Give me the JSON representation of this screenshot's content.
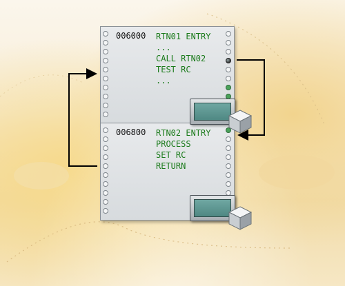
{
  "routine_top": {
    "address": "006000",
    "lines": [
      "RTN01 ENTRY",
      "...",
      "CALL RTN02",
      "TEST RC",
      "..."
    ]
  },
  "routine_bottom": {
    "address": "006800",
    "lines": [
      "RTN02 ENTRY",
      "PROCESS",
      "SET RC",
      "RETURN"
    ]
  },
  "colors": {
    "code_text": "#1a7a1a",
    "address_text": "#111111",
    "arrow": "#000000",
    "monitor_screen": "#5f9893",
    "background": "#f6e7c4"
  },
  "icons": [
    "terminal-icon",
    "cube-icon",
    "call-arrow-icon",
    "return-arrow-icon"
  ]
}
